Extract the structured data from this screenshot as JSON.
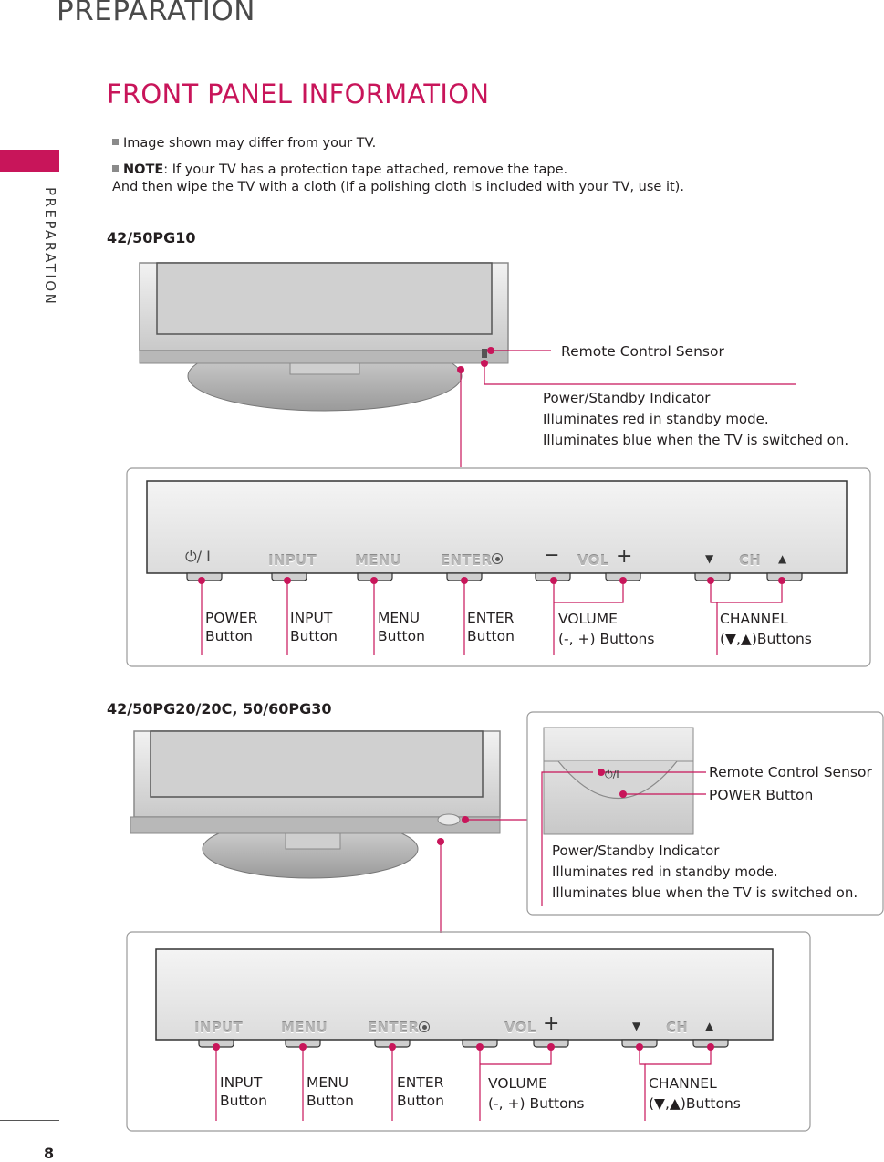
{
  "header": {
    "section": "PREPARATION",
    "side_label": "PREPARATION"
  },
  "title": "FRONT PANEL INFORMATION",
  "notes": {
    "note1": "Image shown may differ from your TV.",
    "note2_bold": "NOTE",
    "note2_rest": ": If your TV has a protection tape attached, remove the tape.",
    "note2_line2": "And then wipe the TV with a cloth (If a polishing cloth is included with your TV, use it)."
  },
  "model1": {
    "name": "42/50PG10",
    "sensor_label": "Remote Control Sensor",
    "indicator_title": "Power/Standby Indicator",
    "indicator_line1": "Illuminates red in standby mode.",
    "indicator_line2": "Illuminates blue when the TV is switched on.",
    "panel": {
      "power_symbol": "⏻/ Ⅰ",
      "input": "INPUT",
      "menu": "MENU",
      "enter": "ENTER",
      "minus": "—",
      "vol": "VOL",
      "plus": "+",
      "ch_down": "▼",
      "ch": "CH",
      "ch_up": "▲"
    },
    "labels": {
      "power_1": "POWER",
      "power_2": "Button",
      "input_1": "INPUT",
      "input_2": "Button",
      "menu_1": "MENU",
      "menu_2": "Button",
      "enter_1": "ENTER",
      "enter_2": "Button",
      "volume_1": "VOLUME",
      "volume_2": "(-, +) Buttons",
      "channel_1": "CHANNEL",
      "channel_2": "(▼,▲)Buttons"
    }
  },
  "model2": {
    "name": "42/50PG20/20C, 50/60PG30",
    "sensor_label": "Remote Control Sensor",
    "power_label": "POWER Button",
    "inset_symbol": "⏻/Ⅰ",
    "indicator_title": "Power/Standby Indicator",
    "indicator_line1": "Illuminates red in standby mode.",
    "indicator_line2": "Illuminates blue when the TV is switched on.",
    "panel": {
      "input": "INPUT",
      "menu": "MENU",
      "enter": "ENTER",
      "minus": "—",
      "vol": "VOL",
      "plus": "+",
      "ch_down": "▼",
      "ch": "CH",
      "ch_up": "▲"
    },
    "labels": {
      "input_1": "INPUT",
      "input_2": "Button",
      "menu_1": "MENU",
      "menu_2": "Button",
      "enter_1": "ENTER",
      "enter_2": "Button",
      "volume_1": "VOLUME",
      "volume_2": "(-, +) Buttons",
      "channel_1": "CHANNEL",
      "channel_2": "(▼,▲)Buttons"
    }
  },
  "footer": {
    "page_number": "8"
  },
  "colors": {
    "accent": "#c8155a",
    "leader": "#c8155a",
    "panel_gray": "#e6e6e6"
  }
}
